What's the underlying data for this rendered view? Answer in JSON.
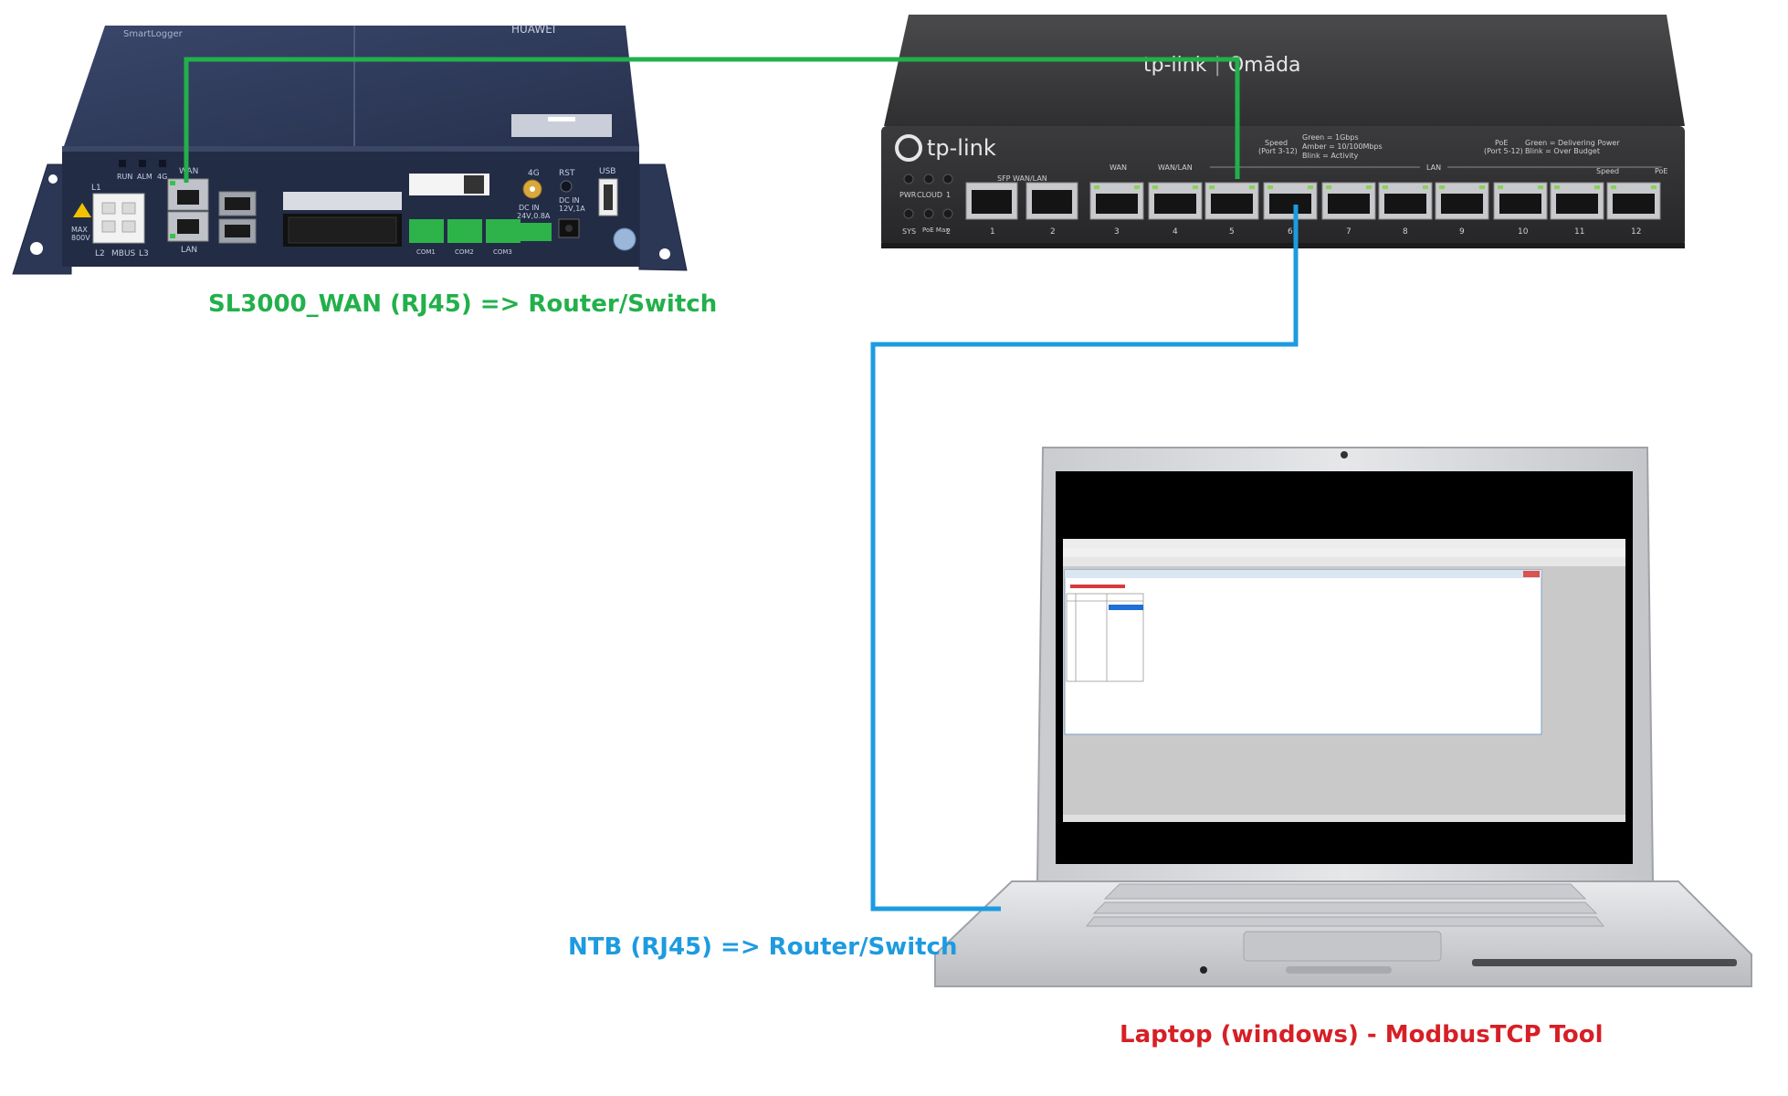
{
  "colors": {
    "link_green": "#22b04b",
    "link_blue": "#1d9be0",
    "laptop_label_red": "#d71f26",
    "device_navy": "#2a3654",
    "router_dark": "#3a3a3c"
  },
  "labels": {
    "smartlogger_link": "SL3000_WAN (RJ45) => Router/Switch",
    "laptop_link": "NTB (RJ45) => Router/Switch",
    "laptop": "Laptop (windows) - ModbusTCP Tool"
  },
  "smartlogger": {
    "model": "SmartLogger",
    "brand": "HUAWEI",
    "ports": {
      "wan": "WAN",
      "lan": "LAN",
      "l1": "L1",
      "l2": "L2",
      "mbus": "MBUS",
      "l3": "L3",
      "usb": "USB",
      "rst": "RST",
      "ant": "4G",
      "dc_in": "DC IN",
      "dc_in_spec": "24V,0.8A",
      "dc_in2": "DC IN",
      "dc_in2_spec": "12V,1A",
      "max": "MAX",
      "max_v": "800V"
    },
    "leds": [
      "RUN",
      "ALM",
      "4G"
    ],
    "com_labels": [
      "COM1",
      "COM2",
      "COM3"
    ]
  },
  "router": {
    "brand": "tp-link",
    "product_line": "Omāda",
    "status_leds": [
      "PWR",
      "CLOUD",
      "1",
      "SYS",
      "PoE Max",
      "2"
    ],
    "section_labels": {
      "sfp": "SFP WAN/LAN",
      "wan": "WAN",
      "wanlan": "WAN/LAN",
      "lan": "LAN",
      "speed": "Speed"
    },
    "legend_speed": {
      "title": "Speed",
      "subtitle": "(Port 3-12)",
      "rows": [
        "Green = 1Gbps",
        "Amber = 10/100Mbps",
        "Blink = Activity"
      ]
    },
    "legend_poe": {
      "title": "PoE",
      "subtitle": "(Port 5-12)",
      "rows": [
        "Green = Delivering Power",
        "Blink = Over Budget"
      ]
    },
    "poe_label": "PoE",
    "port_numbers": [
      "1",
      "2",
      "3",
      "4",
      "5",
      "6",
      "7",
      "8",
      "9",
      "10",
      "11",
      "12"
    ]
  }
}
